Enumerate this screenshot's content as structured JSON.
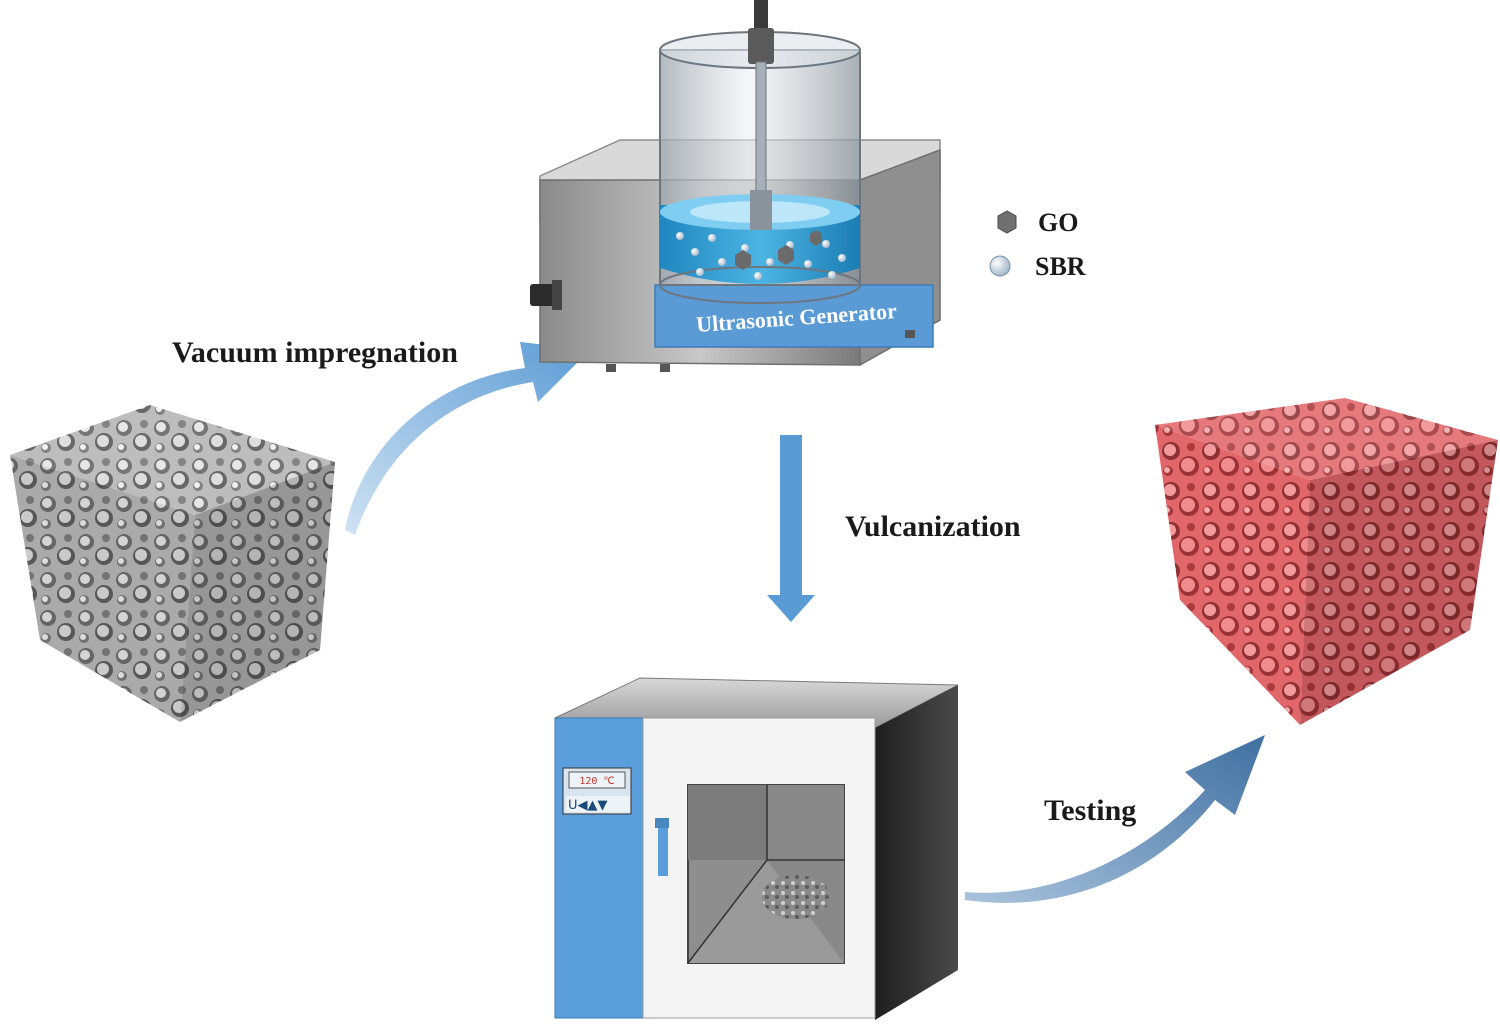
{
  "steps": {
    "vacuum_impregnation": "Vacuum impregnation",
    "vulcanization": "Vulcanization",
    "testing": "Testing"
  },
  "ultrasonic": {
    "label": "Ultrasonic Generator"
  },
  "legend": {
    "go": "GO",
    "sbr": "SBR"
  },
  "oven": {
    "display": "120 ℃"
  },
  "colors": {
    "arrow_blue": "#5b9bd5",
    "arrow_dark": "#3f6fa0",
    "liquid": "#3aa3d8",
    "oven_blue": "#5a9fdc",
    "foam_red": "#e05a5e",
    "foam_grey": "#a8a8a8"
  }
}
